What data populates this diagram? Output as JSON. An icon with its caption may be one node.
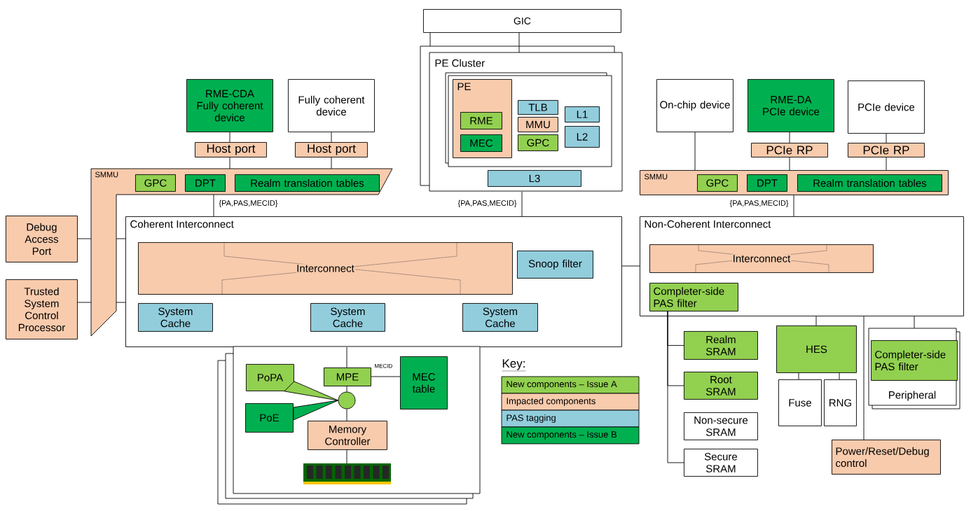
{
  "diagram": {
    "nodes": [
      {
        "text": [
          "GIC"
        ]
      },
      {
        "text": [
          "PE Cluster"
        ]
      },
      {
        "text": [],
        "shape": "box",
        "in": 1
      },
      {
        "text": [
          "PE"
        ],
        "in": 2
      },
      {
        "text": [
          "RME"
        ],
        "in": 3
      },
      {
        "text": [
          "MEC"
        ],
        "in": 3
      },
      {
        "text": [
          "TLB"
        ],
        "in": 2
      },
      {
        "text": [
          "MMU"
        ],
        "in": 2
      },
      {
        "text": [
          "GPC"
        ],
        "in": 2
      },
      {
        "text": [
          "L1"
        ],
        "in": 2
      },
      {
        "text": [
          "L2"
        ],
        "in": 2
      },
      {
        "text": [
          "L3"
        ],
        "in": 1
      },
      {
        "text": [
          "RME-CDA",
          "Fully coherent device"
        ]
      },
      {
        "text": [
          "Fully coherent device"
        ]
      },
      {
        "text": [
          "Host port"
        ]
      },
      {
        "text": [
          "Host port"
        ]
      },
      {
        "text": [
          "SMMU"
        ]
      },
      {
        "text": [
          "GPC"
        ],
        "in": 16
      },
      {
        "text": [
          "DPT"
        ],
        "in": 16
      },
      {
        "text": [
          "Realm translation tables"
        ],
        "in": 16
      },
      {
        "text": [
          "Debug Access Port"
        ]
      },
      {
        "text": [
          "Trusted System Control Processor"
        ]
      },
      {
        "text": [
          "Coherent Interconnect"
        ]
      },
      {
        "text": [
          "Interconnect"
        ],
        "in": 22
      },
      {
        "text": [
          "Snoop filter"
        ],
        "in": 22
      },
      {
        "text": [
          "System Cache"
        ],
        "in": 22
      },
      {
        "text": [
          "System Cache"
        ],
        "in": 22
      },
      {
        "text": [
          "System Cache"
        ],
        "in": 22
      },
      {
        "text": [],
        "shape": "box"
      },
      {
        "text": [
          "PoPA"
        ],
        "in": 28
      },
      {
        "text": [
          "MPE"
        ],
        "in": 28
      },
      {
        "text": [
          "MEC table"
        ],
        "in": 28
      },
      {
        "text": [],
        "shape": "circle",
        "in": 28
      },
      {
        "text": [
          "PoE"
        ],
        "in": 28
      },
      {
        "text": [
          "Memory Controller"
        ],
        "in": 28
      },
      {
        "text": [],
        "shape": "picture",
        "in": 28
      },
      {
        "text": [
          "On-chip device"
        ]
      },
      {
        "text": [
          "RME-DA",
          "PCIe device"
        ]
      },
      {
        "text": [
          "PCIe device"
        ]
      },
      {
        "text": [
          "PCIe RP"
        ]
      },
      {
        "text": [
          "PCIe RP"
        ]
      },
      {
        "text": [
          "SMMU"
        ]
      },
      {
        "text": [
          "GPC"
        ],
        "in": 41
      },
      {
        "text": [
          "DPT"
        ],
        "in": 41
      },
      {
        "text": [
          "Realm translation tables"
        ],
        "in": 41
      },
      {
        "text": [
          "Non-Coherent Interconnect"
        ]
      },
      {
        "text": [
          "Interconnect"
        ],
        "in": 45
      },
      {
        "text": [
          "Completer-side PAS filter"
        ],
        "in": 45
      },
      {
        "text": [
          "Realm SRAM"
        ]
      },
      {
        "text": [
          "Root SRAM"
        ]
      },
      {
        "text": [
          "Non-secure SRAM"
        ]
      },
      {
        "text": [
          "Secure SRAM"
        ]
      },
      {
        "text": [
          "HES"
        ]
      },
      {
        "text": [
          "Fuse"
        ]
      },
      {
        "text": [
          "RNG"
        ]
      },
      {
        "text": [
          "Peripheral"
        ]
      },
      {
        "text": [
          "Completer-side PAS filter"
        ],
        "in": 55
      },
      {
        "text": [
          "Power/Reset/Debug control"
        ]
      }
    ],
    "edges": [
      {
        "from": 0,
        "to": 1,
        "arrow": "none"
      },
      {
        "from": 0,
        "to": 1,
        "arrow": "none"
      },
      {
        "from": 12,
        "to": 14,
        "arrow": "none"
      },
      {
        "from": 13,
        "to": 15,
        "arrow": "none"
      },
      {
        "from": 14,
        "to": 16,
        "arrow": "none"
      },
      {
        "from": 15,
        "to": 16,
        "arrow": "none"
      },
      {
        "from": 16,
        "to": 22,
        "arrow": "none",
        "label": "{PA,PAS,MECID}"
      },
      {
        "from": 1,
        "to": 22,
        "arrow": "none",
        "label": "{PA,PAS,MECID}"
      },
      {
        "from": 20,
        "to": 16,
        "arrow": "none"
      },
      {
        "from": 21,
        "to": 16,
        "arrow": "none"
      },
      {
        "from": 16,
        "to": 22,
        "arrow": "none"
      },
      {
        "from": 16,
        "to": 22,
        "arrow": "none"
      },
      {
        "from": 22,
        "to": 45,
        "arrow": "none"
      },
      {
        "from": 36,
        "to": 41,
        "arrow": "none"
      },
      {
        "from": 37,
        "to": 39,
        "arrow": "none"
      },
      {
        "from": 39,
        "to": 41,
        "arrow": "none"
      },
      {
        "from": 38,
        "to": 40,
        "arrow": "none"
      },
      {
        "from": 40,
        "to": 41,
        "arrow": "none"
      },
      {
        "from": 41,
        "to": 45,
        "arrow": "none",
        "label": "{PA,PAS,MECID}"
      },
      {
        "from": 22,
        "to": 30,
        "arrow": "none"
      },
      {
        "from": 30,
        "to": 31,
        "arrow": "none",
        "label": "MECID"
      },
      {
        "from": 29,
        "to": 32,
        "arrow": "none"
      },
      {
        "from": 33,
        "to": 32,
        "arrow": "none"
      },
      {
        "from": 30,
        "to": 32,
        "arrow": "none"
      },
      {
        "from": 32,
        "to": 34,
        "arrow": "none"
      },
      {
        "from": 34,
        "to": 35,
        "arrow": "none"
      },
      {
        "from": 47,
        "to": 48,
        "arrow": "none"
      },
      {
        "from": 47,
        "to": 49,
        "arrow": "none"
      },
      {
        "from": 47,
        "to": 51,
        "arrow": "none"
      },
      {
        "from": 45,
        "to": 52,
        "arrow": "none"
      },
      {
        "from": 52,
        "to": 53,
        "arrow": "none"
      },
      {
        "from": 52,
        "to": 54,
        "arrow": "none"
      },
      {
        "from": 45,
        "to": 57,
        "arrow": "none"
      },
      {
        "from": 45,
        "to": 55,
        "arrow": "none"
      }
    ],
    "labels": [
      "Key:"
    ],
    "legend": [
      {
        "text": "New components – Issue A",
        "color": "#92d050"
      },
      {
        "text": "Impacted components",
        "color": "#f8cbad"
      },
      {
        "text": "PAS tagging",
        "color": "#92cddc"
      },
      {
        "text": "New components – Issue B",
        "color": "#00b050"
      }
    ]
  }
}
